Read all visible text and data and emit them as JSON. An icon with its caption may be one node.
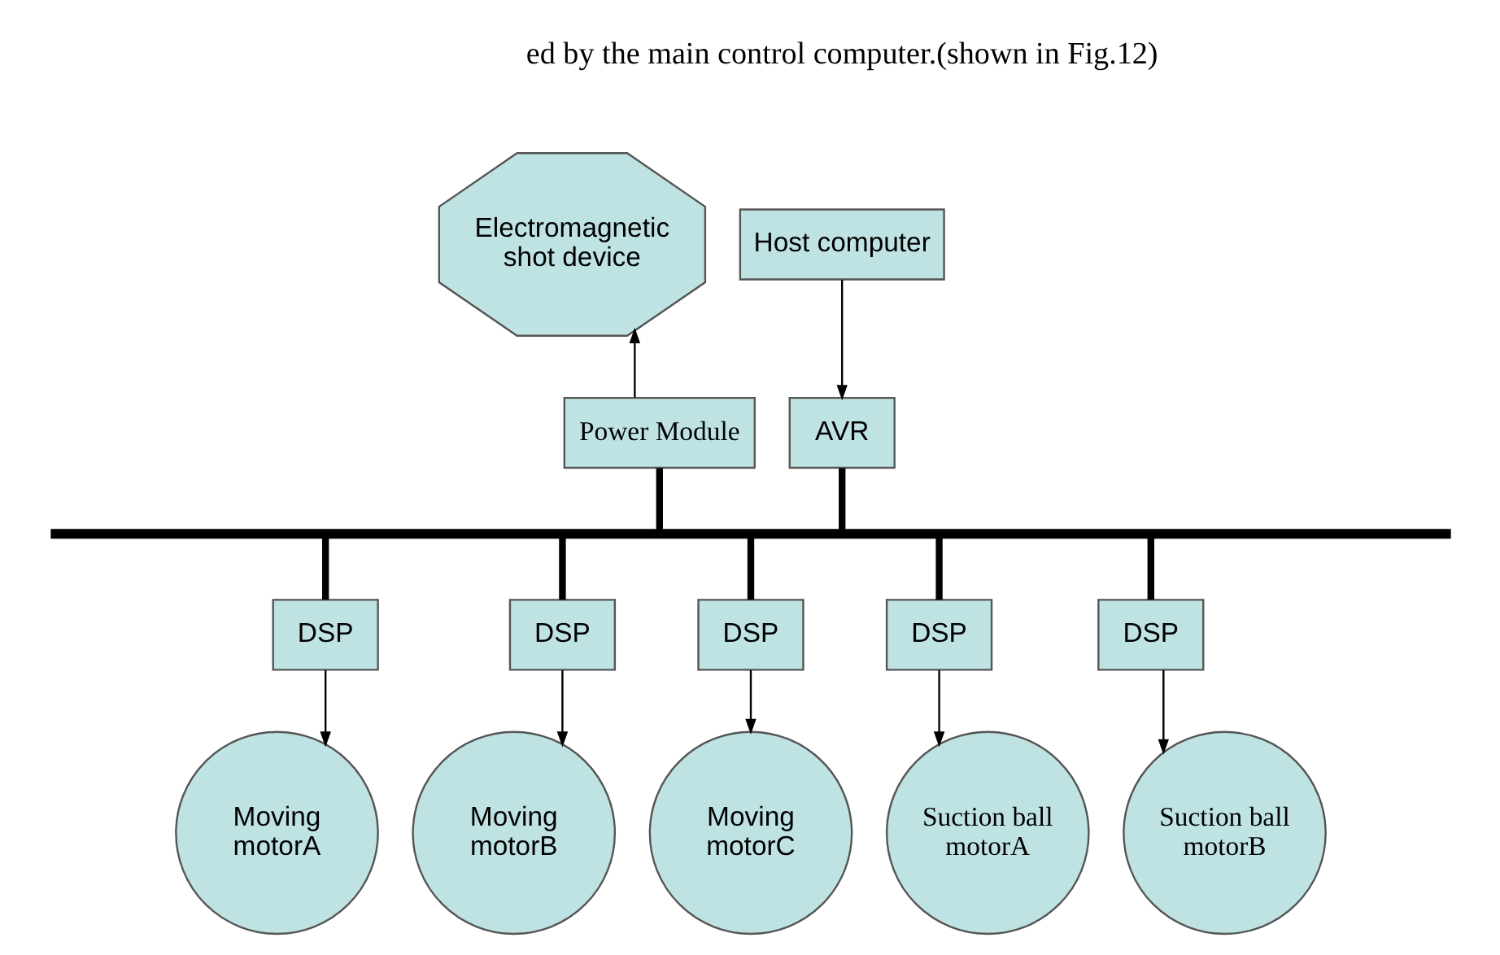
{
  "diagram": {
    "nodes": [
      {
        "text": [
          "Host computer"
        ]
      },
      {
        "text": [
          "Electromagnetic shot device"
        ]
      },
      {
        "text": [
          "AVR"
        ]
      },
      {
        "text": [
          "Power Module"
        ]
      },
      {
        "text": [],
        "shape": "bar"
      },
      {
        "text": [
          "DSP"
        ]
      },
      {
        "text": [
          "DSP"
        ]
      },
      {
        "text": [
          "DSP"
        ]
      },
      {
        "text": [
          "DSP"
        ]
      },
      {
        "text": [
          "DSP"
        ]
      },
      {
        "text": [
          "Moving motorA"
        ]
      },
      {
        "text": [
          "Moving motorB"
        ]
      },
      {
        "text": [
          "Moving motorC"
        ]
      },
      {
        "text": [
          "Suction ball motorA"
        ]
      },
      {
        "text": [
          "Suction ball motorB"
        ]
      }
    ],
    "edges": [
      {
        "from": 0,
        "to": 2,
        "arrow": "to"
      },
      {
        "from": 3,
        "to": 1,
        "arrow": "to"
      },
      {
        "from": 2,
        "to": 4,
        "arrow": "none",
        "style": "thick"
      },
      {
        "from": 3,
        "to": 4,
        "arrow": "none",
        "style": "thick"
      },
      {
        "from": 4,
        "to": 5,
        "arrow": "none",
        "style": "thick"
      },
      {
        "from": 4,
        "to": 6,
        "arrow": "none",
        "style": "thick"
      },
      {
        "from": 4,
        "to": 7,
        "arrow": "none",
        "style": "thick"
      },
      {
        "from": 4,
        "to": 8,
        "arrow": "none",
        "style": "thick"
      },
      {
        "from": 4,
        "to": 9,
        "arrow": "none",
        "style": "thick"
      },
      {
        "from": 5,
        "to": 10,
        "arrow": "to"
      },
      {
        "from": 6,
        "to": 11,
        "arrow": "to"
      },
      {
        "from": 7,
        "to": 12,
        "arrow": "to"
      },
      {
        "from": 8,
        "to": 13,
        "arrow": "to"
      },
      {
        "from": 9,
        "to": 14,
        "arrow": "to"
      }
    ],
    "labels": [
      "ed by the main control computer.(shown in Fig.12)"
    ]
  }
}
